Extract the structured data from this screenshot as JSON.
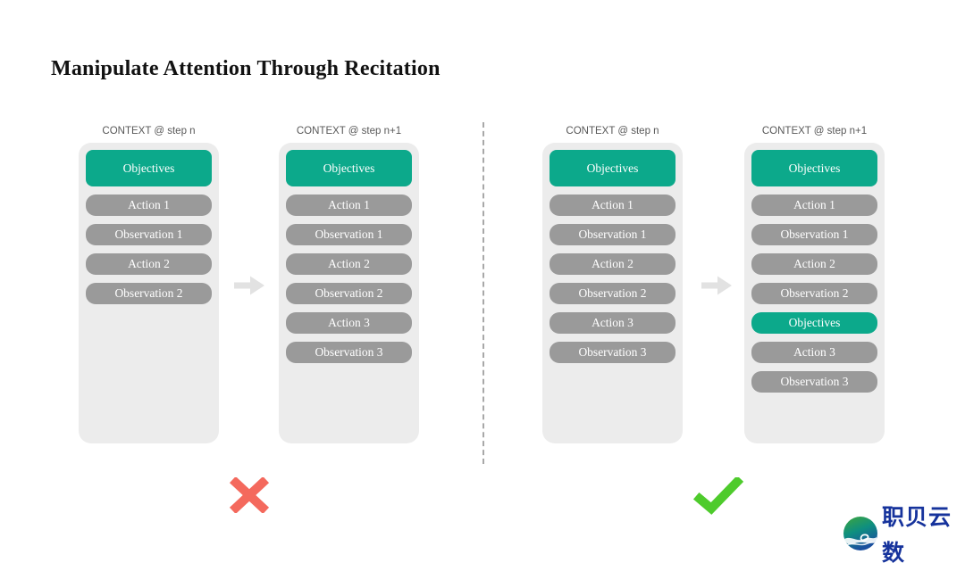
{
  "page": {
    "title": "Manipulate Attention Through Recitation"
  },
  "colors": {
    "objectives_teal": "#0ca98b",
    "step_gray": "#9a9a9a",
    "card_background": "#ececec",
    "header_text": "#585858",
    "cross_red": "#f4695d",
    "check_green": "#4ecb2c",
    "arrow_gray": "#e2e2e2",
    "brand_blue": "#16339c"
  },
  "panels": [
    {
      "name": "without-recitation",
      "verdict": "wrong",
      "verdict_icon": "cross-icon",
      "columns": [
        {
          "header": "CONTEXT @ step n",
          "boxes": [
            {
              "label": "Objectives",
              "kind": "objectives"
            },
            {
              "label": "Action 1",
              "kind": "step"
            },
            {
              "label": "Observation 1",
              "kind": "step"
            },
            {
              "label": "Action 2",
              "kind": "step"
            },
            {
              "label": "Observation 2",
              "kind": "step"
            }
          ]
        },
        {
          "header": "CONTEXT @ step n+1",
          "boxes": [
            {
              "label": "Objectives",
              "kind": "objectives"
            },
            {
              "label": "Action 1",
              "kind": "step"
            },
            {
              "label": "Observation 1",
              "kind": "step"
            },
            {
              "label": "Action 2",
              "kind": "step"
            },
            {
              "label": "Observation 2",
              "kind": "step"
            },
            {
              "label": "Action 3",
              "kind": "step"
            },
            {
              "label": "Observation 3",
              "kind": "step"
            }
          ]
        }
      ]
    },
    {
      "name": "with-recitation",
      "verdict": "right",
      "verdict_icon": "check-icon",
      "columns": [
        {
          "header": "CONTEXT @ step n",
          "boxes": [
            {
              "label": "Objectives",
              "kind": "objectives"
            },
            {
              "label": "Action 1",
              "kind": "step"
            },
            {
              "label": "Observation 1",
              "kind": "step"
            },
            {
              "label": "Action 2",
              "kind": "step"
            },
            {
              "label": "Observation 2",
              "kind": "step"
            },
            {
              "label": "Action 3",
              "kind": "step"
            },
            {
              "label": "Observation 3",
              "kind": "step"
            }
          ]
        },
        {
          "header": "CONTEXT @ step n+1",
          "boxes": [
            {
              "label": "Objectives",
              "kind": "objectives"
            },
            {
              "label": "Action 1",
              "kind": "step"
            },
            {
              "label": "Observation 1",
              "kind": "step"
            },
            {
              "label": "Action 2",
              "kind": "step"
            },
            {
              "label": "Observation 2",
              "kind": "step"
            },
            {
              "label": "Objectives",
              "kind": "objectives"
            },
            {
              "label": "Action 3",
              "kind": "step"
            },
            {
              "label": "Observation 3",
              "kind": "step"
            }
          ]
        }
      ]
    }
  ],
  "brand": {
    "text": "职贝云数"
  }
}
